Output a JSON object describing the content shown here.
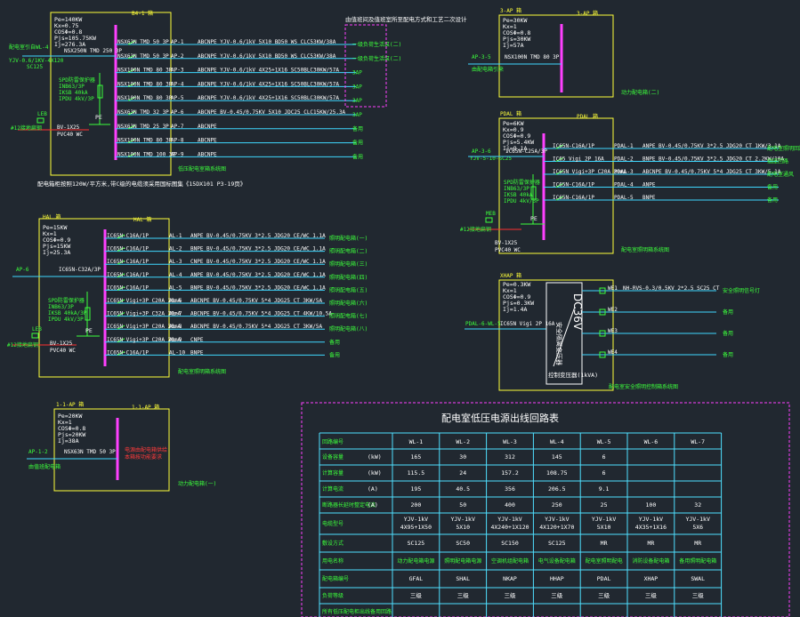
{
  "panels": {
    "p1": {
      "head": "B4-1 箱",
      "params": [
        "Pe=140KW",
        "Kx=0.75",
        "COSΦ=0.8",
        "Pjs=105.75KW",
        "Ij=276.3A"
      ],
      "incoming": [
        "NSX250N TMD 250 3P"
      ],
      "left_notes": [
        "配电室引自WL-4",
        "YJV-0.6/1KV-4X120",
        "SC125"
      ],
      "spd": [
        "SPD防雷保护器",
        "INB63/3P",
        "IKSB 40kA",
        "IPDU 4kV/3P"
      ],
      "pe": "PE",
      "led": "LEB",
      "ground": "#12接地扁钢",
      "cable": [
        "BV-1X25",
        "PVC40 WC"
      ],
      "rows": [
        {
          "breaker": "NSX63N TMD 50 3P",
          "id": "AP-1",
          "spec": "ABCNPE  YJV-0.6/1kV 5X10  BD50   WS CLC53KW/38A",
          "dest": "一级负荷生活泵(二)"
        },
        {
          "breaker": "NSX63N TMD 50 3P",
          "id": "AP-2",
          "spec": "ABCNPE  YJV-0.6/1kV 5X10  BD50   WS CLC53KW/38A",
          "dest": "一级负荷生活泵(二)"
        },
        {
          "breaker": "NSX100N TMD 80 3P",
          "id": "AP-3",
          "spec": "ABCNPE  YJV-0.6/1kV 4X25+1X16  SC50BLC30KW/57A",
          "dest": "3AP"
        },
        {
          "breaker": "NSX100N TMD 80 3P",
          "id": "AP-4",
          "spec": "ABCNPE  YJV-0.6/1kV 4X25+1X16  SC50BLC30KW/57A",
          "dest": "3AP"
        },
        {
          "breaker": "NSX100N TMD 80 3P",
          "id": "AP-5",
          "spec": "ABCNPE  YJV-0.6/1kV 4X25+1X16  SC50BLC30KW/57A",
          "dest": "3AP"
        },
        {
          "breaker": "NSX63N TMD 32 3P",
          "id": "AP-6",
          "spec": "ABCNPE  BV-0.45/0.75KV 5X10 JDC25 CLC15KW/25.3A",
          "dest": "3AP"
        },
        {
          "breaker": "NSX63N TMD 25 3P",
          "id": "AP-7",
          "spec": "ABCNPE",
          "dest": "备用"
        },
        {
          "breaker": "NSX100N TMD 80 3P",
          "id": "AP-8",
          "spec": "ABCNPE",
          "dest": "备用"
        },
        {
          "breaker": "NSX100N TMD 100 3P",
          "id": "AP-9",
          "spec": "ABCNPE",
          "dest": "备用"
        }
      ],
      "caption": "低压配电室箱系统图",
      "note_top": "由值班间及值班室所至配电方式和工艺二次设计",
      "footnote": "配电箱柜按照120W/平方米,带C级的电缆须采用国标图集《15DX101 P3-19页》"
    },
    "p2": {
      "head": "HAL 箱",
      "params": [
        "Pe=15KW",
        "Kx=1",
        "COSΦ=0.9",
        "Pjs=15KW",
        "Ij=25.3A"
      ],
      "incoming": [
        "IC65N-C32A/3P"
      ],
      "left_notes": [
        "AP-6"
      ],
      "spd": [
        "SPD防雷保护器",
        "INB63/3P",
        "IKSB 40kA/3P",
        "IPDU 4kV/3P"
      ],
      "pe": "PE",
      "led": "LEB",
      "ground": "#12接地扁钢",
      "cable": [
        "BV-1X25",
        "PVC40 WC"
      ],
      "rows": [
        {
          "breaker": "IC65N-C16A/1P",
          "id": "AL-1",
          "spec": "ANPE BV-0.45/0.75KV 3*2.5 JDG20 CE/WC 1.1A",
          "dest": "照明配电箱(一)"
        },
        {
          "breaker": "IC65N-C16A/1P",
          "id": "AL-2",
          "spec": "BNPE BV-0.45/0.75KV 3*2.5 JDG20 CE/WC 1.1A",
          "dest": "照明配电箱(二)"
        },
        {
          "breaker": "IC65N-C16A/1P",
          "id": "AL-3",
          "spec": "CNPE BV-0.45/0.75KV 3*2.5 JDG20 CE/WC 1.1A",
          "dest": "照明配电箱(三)"
        },
        {
          "breaker": "IC65N-C16A/1P",
          "id": "AL-4",
          "spec": "ANPE BV-0.45/0.75KV 3*2.5 JDG20 CE/WC 1.1A",
          "dest": "照明配电箱(四)"
        },
        {
          "breaker": "IC65N-C16A/1P",
          "id": "AL-5",
          "spec": "BNPE BV-0.45/0.75KV 3*2.5 JDG20 CE/WC 1.1A",
          "dest": "照明配电箱(五)"
        },
        {
          "breaker": "IC65N Vigi+3P C20A 30mA",
          "id": "AL-6",
          "spec": "ABCNPE BV-0.45/0.75KV 5*4 JDG25 CT 3KW/5A",
          "dest": "照明配电箱(六)"
        },
        {
          "breaker": "IC65N Vigi+3P C32A 30mA",
          "id": "AL-7",
          "spec": "ABCNPE BV-0.45/0.75KV 5*4 JDG25 CT 4KW/10.5A",
          "dest": "照明配电箱(七)"
        },
        {
          "breaker": "IC65N Vigi+3P C20A 30mA",
          "id": "AL-8",
          "spec": "ABCNPE BV-0.45/0.75KV 5*4 JDG25 CT 3KW/5A",
          "dest": "照明配电箱(八)"
        },
        {
          "breaker": "IC65N Vigi+3P C20A 30mA",
          "id": "AL-9",
          "spec": "CNPE",
          "dest": "备用"
        },
        {
          "breaker": "IC65N-C16A/1P",
          "id": "AL-10",
          "spec": "BNPE",
          "dest": "备用"
        }
      ],
      "caption": "配电室照明箱系统图"
    },
    "p3": {
      "head": "1-1-AP 箱",
      "params": [
        "Pe=20KW",
        "Kx=1",
        "COSΦ=0.8",
        "Pjs=20KW",
        "Ij=38A"
      ],
      "incoming": [
        "NSX63N TMD 50 3P"
      ],
      "left_notes": [
        "AP-1-2",
        "由值班配电箱"
      ],
      "red_note": [
        "电源由配电箱供给",
        "本箱按功能要求"
      ],
      "caption": "动力配电箱(一)"
    },
    "p4": {
      "head": "3-AP 箱",
      "params": [
        "Pe=30KW",
        "Kx=1",
        "COSΦ=0.8",
        "Pjs=30KW",
        "Ij=57A"
      ],
      "incoming": [
        "NSX100N TMD 80 3P"
      ],
      "left_notes": [
        "AP-3-5",
        "由配电箱引来"
      ],
      "caption": "动力配电箱(二)"
    },
    "p5": {
      "head": "PDAL 箱",
      "params": [
        "Pe=6KW",
        "Kx=0.9",
        "COSΦ=0.9",
        "Pjs=5.4KW",
        "Ij=9.1A"
      ],
      "incoming": [
        "IC65N-C25A/3P"
      ],
      "left_notes": [
        "AP-3-6",
        "YJV-5-10-SC25"
      ],
      "spd": [
        "SPD防雷保护器",
        "INB63/3P",
        "IKSB 40kA",
        "IPDU 4kV/3P"
      ],
      "pe": "PE",
      "led": "MEB",
      "ground": "#12接地扁钢",
      "cable": [
        "BV-1X25",
        "PVC40 WC"
      ],
      "rows": [
        {
          "breaker": "IC65N-C16A/1P",
          "id": "PDAL-1",
          "spec": "ANPE BV-0.45/0.75KV 3*2.5 JDG20 CT 1KW/3.1A",
          "dest": "配电室照明回路"
        },
        {
          "breaker": "IC65 Vigi 2P 16A",
          "id": "PDAL-2",
          "spec": "BNPE BV-0.45/0.75KV 3*2.5 JDG20 CT 2.2KW/10A",
          "dest": "插座回路"
        },
        {
          "breaker": "IC65N Vigi+3P C20A 30mA",
          "id": "PDAL-3",
          "spec": "ABCNPE BV-0.45/0.75KV 5*4 JDG25 CT 3KW/5.1A",
          "dest": "配电室通风"
        },
        {
          "breaker": "IC65N-C16A/1P",
          "id": "PDAL-4",
          "spec": "ANPE",
          "dest": "备用"
        },
        {
          "breaker": "IC65N-C16A/1P",
          "id": "PDAL-5",
          "spec": "BNPE",
          "dest": "备用"
        }
      ],
      "caption": "配电室照明箱系统图"
    },
    "p6": {
      "head": "XHAP 箱",
      "params": [
        "Pe=0.3KW",
        "Kx=1",
        "COSΦ=0.9",
        "Pjs=0.3KW",
        "Ij=1.4A"
      ],
      "incoming": [
        "IC65N Vigi 2P 16A"
      ],
      "left_notes": [
        "PDAL-6-WL-5"
      ],
      "transformer": "DC36V",
      "transformer_sub": "安全隔离变压器",
      "transformer_rating": "控制变压器(1kVA)",
      "rows": [
        {
          "id": "WE1",
          "spec": "NH-RVS-0.3/0.5KV 2*2.5 SC25 CT",
          "dest": "安全照明信号灯"
        },
        {
          "id": "WE2",
          "spec": "",
          "dest": "备用"
        },
        {
          "id": "WE3",
          "spec": "",
          "dest": "备用"
        },
        {
          "id": "WE4",
          "spec": "",
          "dest": "备用"
        }
      ],
      "caption": "配电室安全照明控制箱系统图"
    }
  },
  "table": {
    "title": "配电室低压电源出线回路表",
    "columns": [
      "回路编号",
      "WL-1",
      "WL-2",
      "WL-3",
      "WL-4",
      "WL-5",
      "WL-6",
      "WL-7"
    ],
    "rows": [
      {
        "label": "设备容量",
        "unit": "(kW)",
        "cells": [
          "165",
          "30",
          "312",
          "145",
          "6",
          "",
          ""
        ]
      },
      {
        "label": "计算容量",
        "unit": "(kW)",
        "cells": [
          "115.5",
          "24",
          "157.2",
          "108.75",
          "6",
          "",
          ""
        ]
      },
      {
        "label": "计算电流",
        "unit": "(A)",
        "cells": [
          "195",
          "40.5",
          "356",
          "206.5",
          "9.1",
          "",
          ""
        ]
      },
      {
        "label": "断路器长延时整定电流",
        "unit": "(A)",
        "cells": [
          "200",
          "50",
          "400",
          "250",
          "25",
          "100",
          "32"
        ]
      },
      {
        "label": "电缆型号",
        "unit": "",
        "cells": [
          "YJV-1kV\n4X95+1X50",
          "YJV-1kV\n5X10",
          "YJV-1kV\n4X240+1X120",
          "YJV-1kV\n4X120+1X70",
          "YJV-1kV\n5X10",
          "YJV-1kV\n4X35+1X16",
          "YJV-1kV\n5X6"
        ]
      },
      {
        "label": "敷设方式",
        "unit": "",
        "cells": [
          "SC125",
          "SC50",
          "SC150",
          "SC125",
          "MR",
          "MR",
          "MR"
        ]
      },
      {
        "label": "用电名称",
        "unit": "",
        "cells": [
          "动力配电箱电源",
          "照明配电箱电源",
          "空调机组配电箱",
          "电气设备配电箱",
          "配电室照明配电",
          "消防设备配电箱",
          "备用照明配电箱"
        ]
      },
      {
        "label": "配电箱编号",
        "unit": "",
        "cells": [
          "GFAL",
          "SHAL",
          "NKAP",
          "HHAP",
          "PDAL",
          "XHAP",
          "SWAL"
        ]
      },
      {
        "label": "负荷等级",
        "unit": "",
        "cells": [
          "三级",
          "三级",
          "三级",
          "三级",
          "三级",
          "三级",
          "三级"
        ]
      },
      {
        "label": "所有低压配电柜出线备用回路",
        "unit": "",
        "cells": [
          "",
          "",
          "",
          "",
          "",
          "",
          ""
        ]
      }
    ]
  }
}
